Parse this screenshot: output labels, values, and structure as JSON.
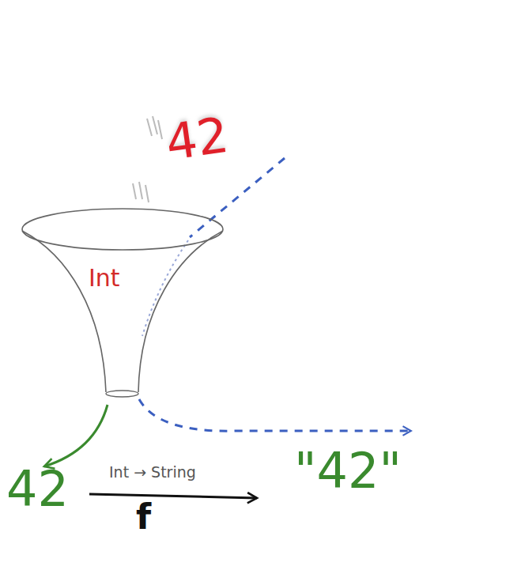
{
  "diagram": {
    "nodes": [
      {
        "text": [
          "Int"
        ]
      }
    ],
    "labels": [
      "42",
      "42",
      "Int → String",
      "f",
      "\"42\""
    ]
  }
}
